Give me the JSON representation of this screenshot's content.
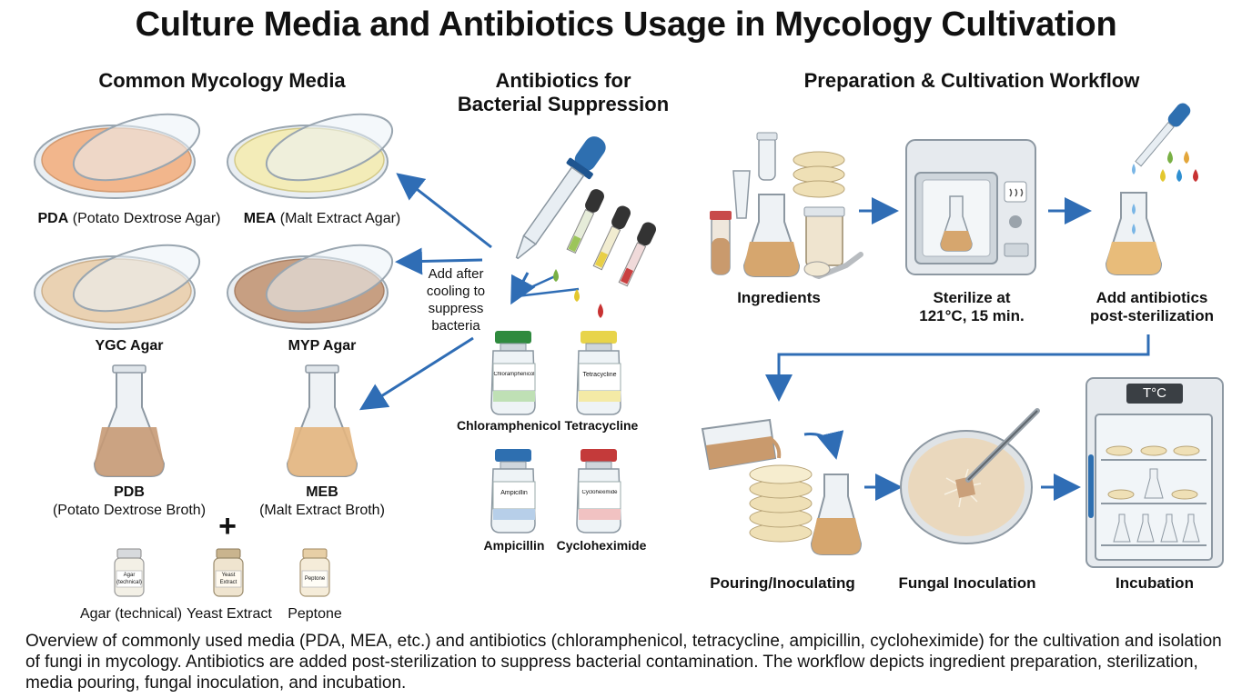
{
  "title": "Culture Media and Antibiotics Usage in Mycology Cultivation",
  "colors": {
    "arrow": "#2f6db5",
    "pda": "#f2b68c",
    "mea": "#f3ecb8",
    "ygc": "#ead2b3",
    "myp": "#c79f82",
    "broth_pdb": "#c79a76",
    "broth_meb": "#e3b57e",
    "stopper_blue": "#2e6fb0"
  },
  "media": {
    "heading": "Common Mycology Media",
    "pda": {
      "abbr": "PDA",
      "full": "(Potato Dextrose Agar)"
    },
    "mea": {
      "abbr": "MEA",
      "full": "(Malt Extract Agar)"
    },
    "ygc": "YGC Agar",
    "myp": "MYP Agar",
    "pdb": {
      "abbr": "PDB",
      "full": "(Potato Dextrose Broth)"
    },
    "meb": {
      "abbr": "MEB",
      "full": "(Malt Extract Broth)"
    },
    "plus": "+",
    "agar": {
      "jar": "Agar (technical)",
      "label": "Agar (technical)"
    },
    "yeast": {
      "jar": "Yeast Extract",
      "label": "Yeast Extract"
    },
    "peptone": {
      "jar": "Peptone",
      "label": "Peptone"
    }
  },
  "antibiotics": {
    "heading_line1": "Antibiotics for",
    "heading_line2": "Bacterial Suppression",
    "note": [
      "Add after",
      "cooling to",
      "suppress",
      "bacteria"
    ],
    "items": [
      {
        "name": "Chloramphenicol",
        "cap": "#2f8a3e",
        "band": "#bfe0b5"
      },
      {
        "name": "Tetracycline",
        "cap": "#e8d44a",
        "band": "#f4eaa6"
      },
      {
        "name": "Ampicillin",
        "cap": "#2e6fb0",
        "band": "#b7cfe9"
      },
      {
        "name": "Cycloheximide",
        "cap": "#c43a3a",
        "band": "#f1c2c2"
      }
    ]
  },
  "workflow": {
    "heading": "Preparation & Cultivation Workflow",
    "steps": [
      {
        "line1": "Ingredients",
        "line2": ""
      },
      {
        "line1": "Sterilize at",
        "line2": "121°C, 15 min."
      },
      {
        "line1": "Add antibiotics",
        "line2": "post-sterilization"
      },
      {
        "line1": "Pouring/Inoculating",
        "line2": ""
      },
      {
        "line1": "Fungal Inoculation",
        "line2": ""
      },
      {
        "line1": "Incubation",
        "line2": ""
      }
    ],
    "incubator_display": "T°C",
    "autoclave_icon": "steam-icon"
  },
  "caption": "Overview of commonly used media (PDA, MEA, etc.) and antibiotics (chloramphenicol, tetracycline, ampicillin, cycloheximide) for the cultivation and isolation of fungi in mycology.  Antibiotics are added post-sterilization to suppress bacterial contamination. The workflow depicts ingredient preparation, sterilization, media pouring, fungal inoculation, and incubation."
}
